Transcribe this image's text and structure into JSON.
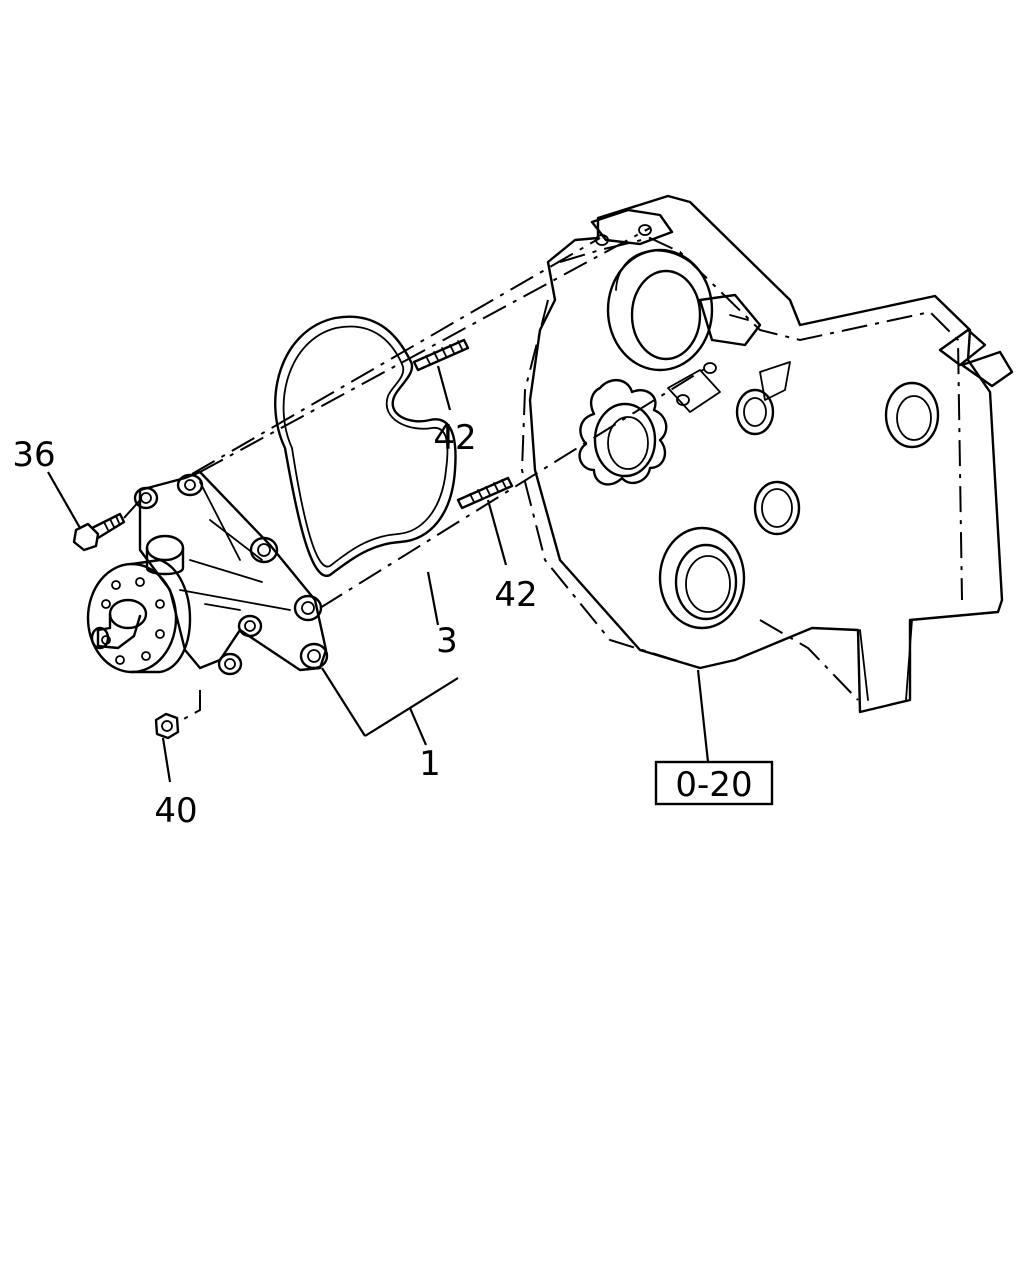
{
  "callouts": {
    "c36": "36",
    "c42a": "42",
    "c42b": "42",
    "c3": "3",
    "c1": "1",
    "c40": "40",
    "ref": "0-20"
  }
}
